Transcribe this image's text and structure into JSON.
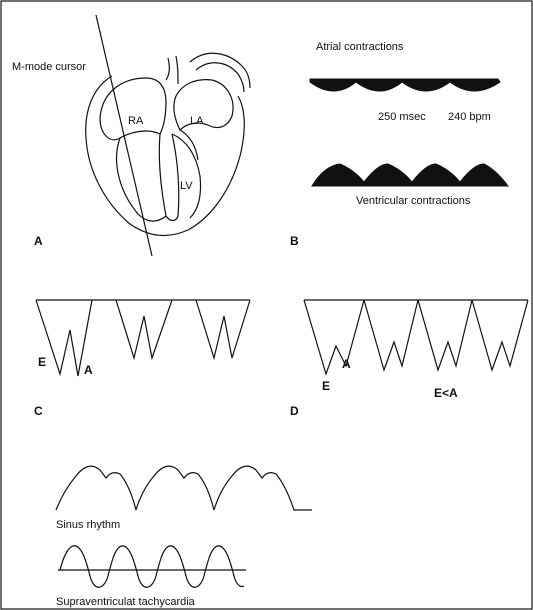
{
  "panels": {
    "A": {
      "letter": "A",
      "cursor_label": "M-mode cursor",
      "chambers": {
        "ra": "RA",
        "la": "LA",
        "lv": "LV"
      }
    },
    "B": {
      "letter": "B",
      "title_top": "Atrial contractions",
      "timing": "250 msec",
      "rate": "240 bpm",
      "title_bottom": "Ventricular contractions"
    },
    "C": {
      "letter": "C",
      "e_label": "E",
      "a_label": "A"
    },
    "D": {
      "letter": "D",
      "e_label": "E",
      "a_label": "A",
      "relation": "E<A"
    },
    "rhythms": {
      "sinus": "Sinus rhythm",
      "svt": "Supraventriculat tachycardia"
    }
  }
}
